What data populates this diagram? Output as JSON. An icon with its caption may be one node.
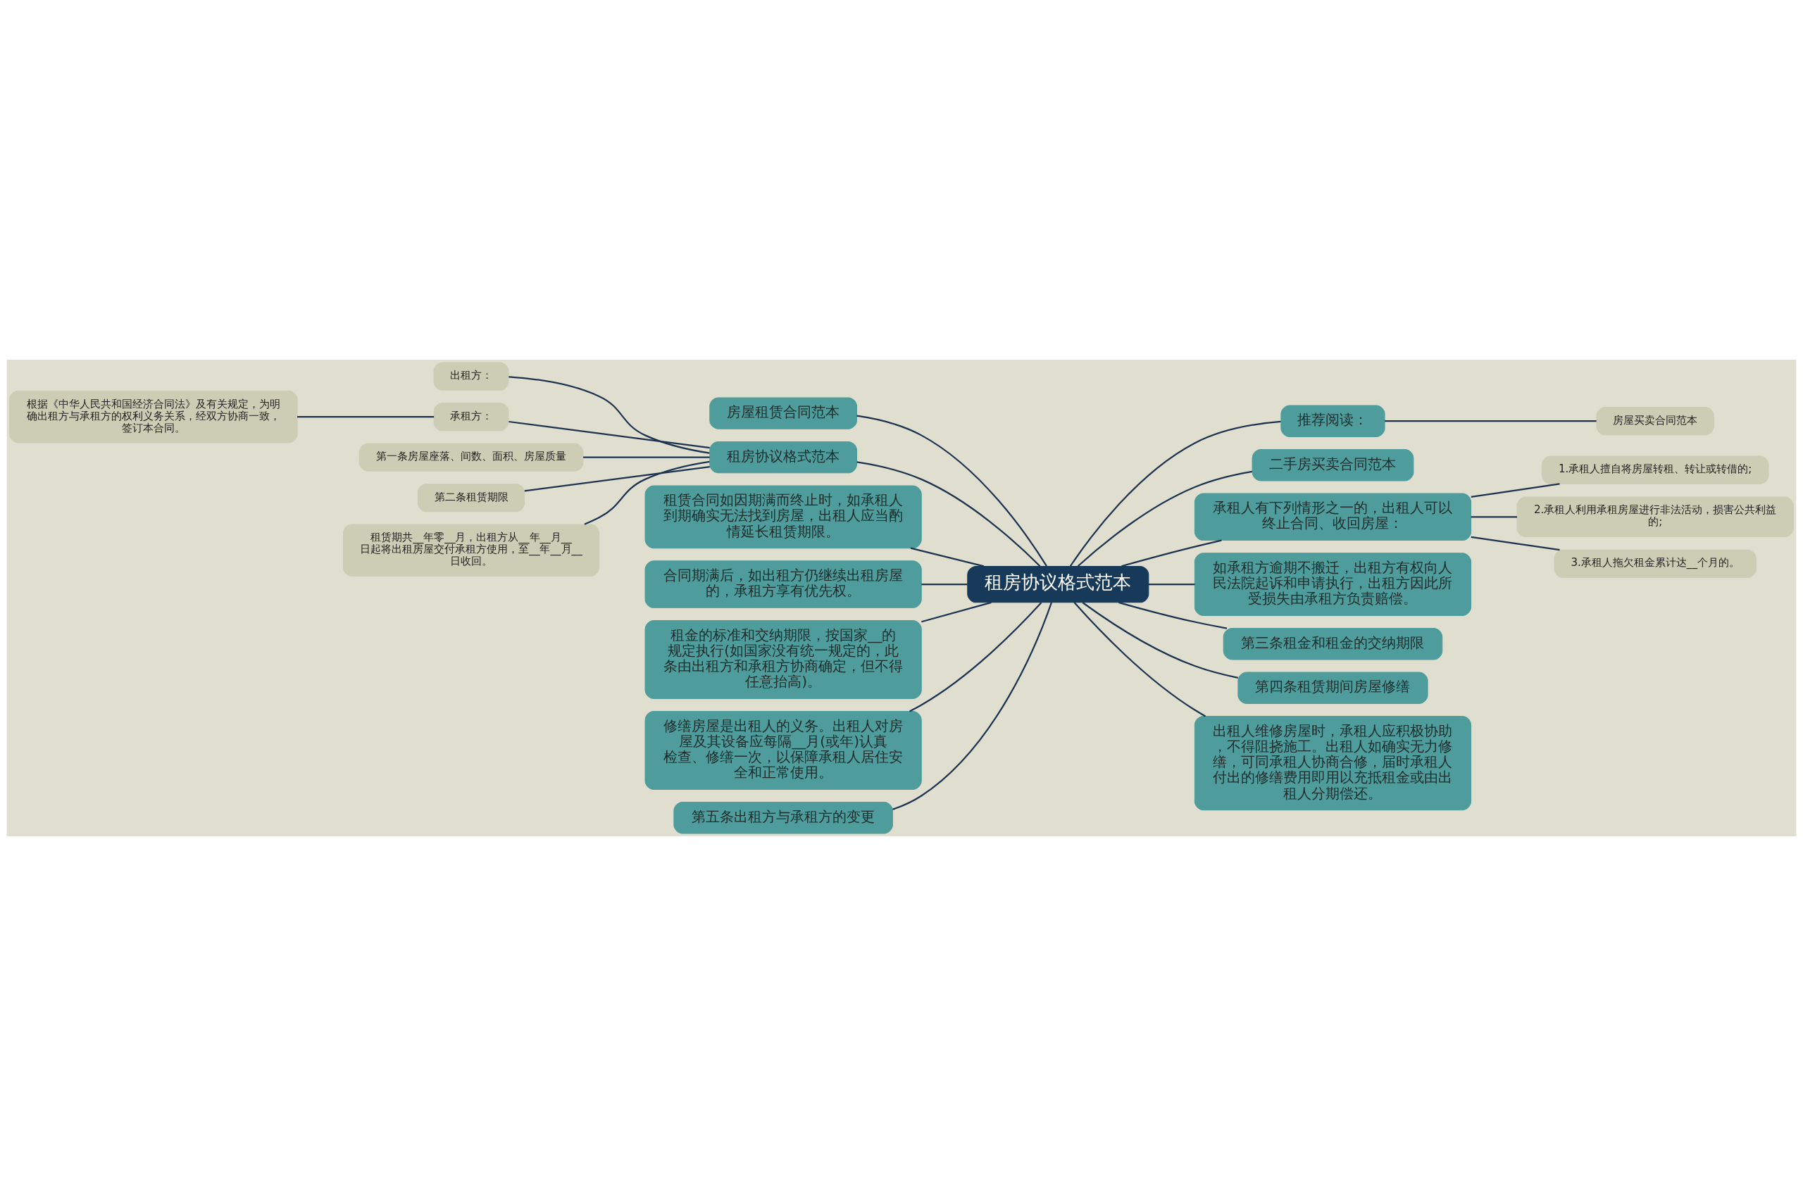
{
  "diagram": {
    "nodes": [
      {
        "text": [
          "租房协议格式范本"
        ]
      },
      {
        "text": [
          "房屋租赁合同范本"
        ]
      },
      {
        "text": [
          "租房协议格式范本"
        ]
      },
      {
        "text": [
          "出租方："
        ]
      },
      {
        "text": [
          "承租方："
        ]
      },
      {
        "text": [
          "根据《中华人民共和国经济合同法》及有关规定，为明确出租方与承租方的权利义务关系，经双方协商一致，签订本合同。"
        ]
      },
      {
        "text": [
          "第一条房屋座落、间数、面积、房屋质量"
        ]
      },
      {
        "text": [
          "第二条租赁期限"
        ]
      },
      {
        "text": [
          "租赁期共__年零__月，出租方从__年__月__日起将出租房屋交付承租方使用，至__年__月__日收回。"
        ]
      },
      {
        "text": [
          "租赁合同如因期满而终止时，如承租人到期确实无法找到房屋，出租人应当酌情延长租赁期限。"
        ]
      },
      {
        "text": [
          "合同期满后，如出租方仍继续出租房屋的，承租方享有优先权。"
        ]
      },
      {
        "text": [
          "租金的标准和交纳期限，按国家__的规定执行(如国家没有统一规定的，此条由出租方和承租方协商确定，但不得任意抬高)。"
        ]
      },
      {
        "text": [
          "修缮房屋是出租人的义务。出租人对房屋及其设备应每隔__月(或年)认真检查、修缮一次，以保障承租人居住安全和正常使用。"
        ]
      },
      {
        "text": [
          "第五条出租方与承租方的变更"
        ]
      },
      {
        "text": [
          "推荐阅读："
        ]
      },
      {
        "text": [
          "房屋买卖合同范本"
        ]
      },
      {
        "text": [
          "二手房买卖合同范本"
        ]
      },
      {
        "text": [
          "承租人有下列情形之一的，出租人可以终止合同、收回房屋："
        ]
      },
      {
        "text": [
          "1.承租人擅自将房屋转租、转让或转借的;"
        ]
      },
      {
        "text": [
          "2.承租人利用承租房屋进行非法活动，损害公共利益的;"
        ]
      },
      {
        "text": [
          "3.承租人拖欠租金累计达__个月的。"
        ]
      },
      {
        "text": [
          "如承租方逾期不搬迁，出租方有权向人民法院起诉和申请执行，出租方因此所受损失由承租方负责赔偿。"
        ]
      },
      {
        "text": [
          "第三条租金和租金的交纳期限"
        ]
      },
      {
        "text": [
          "第四条租赁期间房屋修缮"
        ]
      },
      {
        "text": [
          "出租人维修房屋时，承租人应积极协助，不得阻挠施工。出租人如确实无力修缮，可同承租人协商合修，届时承租人付出的修缮费用即用以充抵租金或由出租人分期偿还。"
        ]
      }
    ],
    "edges": [
      {
        "from": 1,
        "to": 0,
        "arrow": "none"
      },
      {
        "from": 2,
        "to": 0,
        "arrow": "none"
      },
      {
        "from": 3,
        "to": 2,
        "arrow": "none"
      },
      {
        "from": 4,
        "to": 2,
        "arrow": "none"
      },
      {
        "from": 5,
        "to": 4,
        "arrow": "none"
      },
      {
        "from": 6,
        "to": 2,
        "arrow": "none"
      },
      {
        "from": 7,
        "to": 2,
        "arrow": "none"
      },
      {
        "from": 8,
        "to": 2,
        "arrow": "none"
      },
      {
        "from": 9,
        "to": 0,
        "arrow": "none"
      },
      {
        "from": 10,
        "to": 0,
        "arrow": "none"
      },
      {
        "from": 11,
        "to": 0,
        "arrow": "none"
      },
      {
        "from": 12,
        "to": 0,
        "arrow": "none"
      },
      {
        "from": 13,
        "to": 0,
        "arrow": "none"
      },
      {
        "from": 0,
        "to": 14,
        "arrow": "none"
      },
      {
        "from": 14,
        "to": 15,
        "arrow": "none"
      },
      {
        "from": 0,
        "to": 16,
        "arrow": "none"
      },
      {
        "from": 0,
        "to": 17,
        "arrow": "none"
      },
      {
        "from": 17,
        "to": 18,
        "arrow": "none"
      },
      {
        "from": 17,
        "to": 19,
        "arrow": "none"
      },
      {
        "from": 17,
        "to": 20,
        "arrow": "none"
      },
      {
        "from": 0,
        "to": 21,
        "arrow": "none"
      },
      {
        "from": 0,
        "to": 22,
        "arrow": "none"
      },
      {
        "from": 0,
        "to": 23,
        "arrow": "none"
      },
      {
        "from": 0,
        "to": 24,
        "arrow": "none"
      }
    ]
  }
}
